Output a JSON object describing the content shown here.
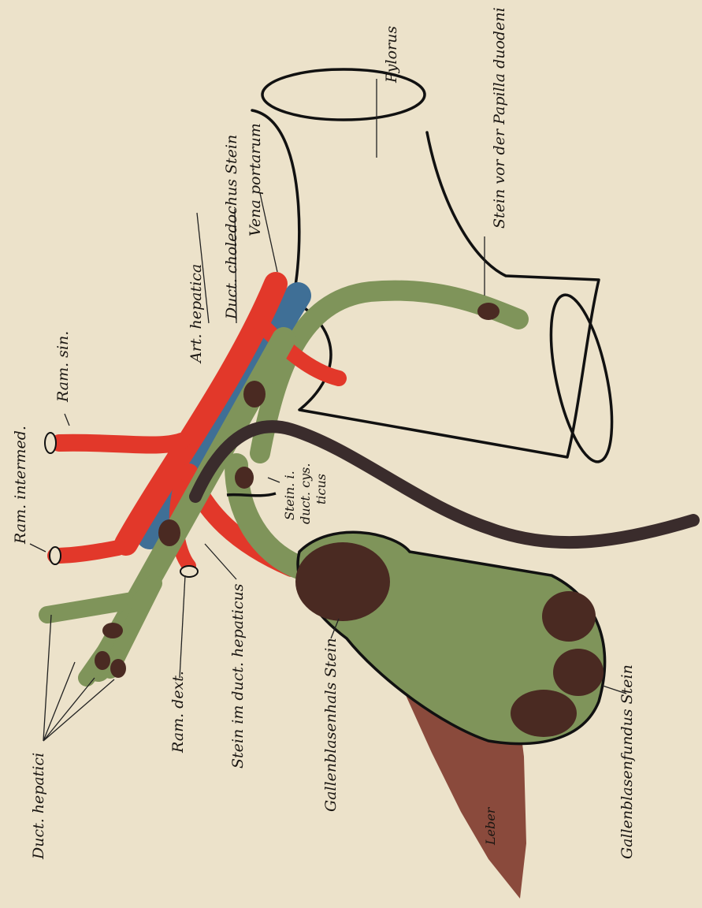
{
  "colors": {
    "paper": "#ece2ca",
    "artery": "#e2382a",
    "vein": "#3f6f96",
    "bile_duct": "#7f945a",
    "stone": "#4a2a22",
    "probe": "#3a2c2c",
    "liver": "#8a4a3c",
    "outline": "#111111"
  },
  "labels": {
    "pylorus": "Pylorus",
    "stein_papilla": "Stein vor der Papilla duodeni",
    "vena_portarum": "Vena portarum",
    "duct_choledochus_stein": "Duct. choledochus Stein",
    "art_hepatica": "Art. hepatica",
    "ram_sin": "Ram. sin.",
    "ram_intermed": "Ram. intermed.",
    "duct_hepatici": "Duct. hepatici",
    "ram_dext": "Ram. dext.",
    "stein_duct_hepaticus": "Stein im duct. hepaticus",
    "stein_duct_cysticus_1": "Stein. i.",
    "stein_duct_cysticus_2": "duct. cys.",
    "stein_duct_cysticus_3": "ticus",
    "gallenblasenhals_stein": "Gallenblasenhals Stein",
    "gallenblasenfundus_stein": "Gallenblasenfundus Stein",
    "leber": "Leber"
  }
}
